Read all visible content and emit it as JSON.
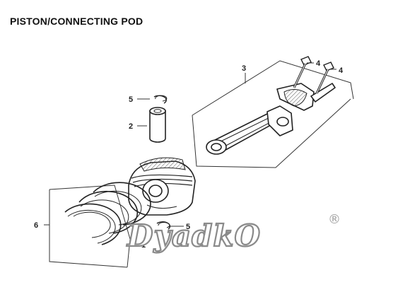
{
  "title": "PISTON/CONNECTING POD",
  "callouts": {
    "c1": "1",
    "c2": "2",
    "c3": "3",
    "c4a": "4",
    "c4b": "4",
    "c5a": "5",
    "c5b": "5",
    "c6": "6"
  },
  "watermark": {
    "text": "DyadkO",
    "registered": "®"
  }
}
